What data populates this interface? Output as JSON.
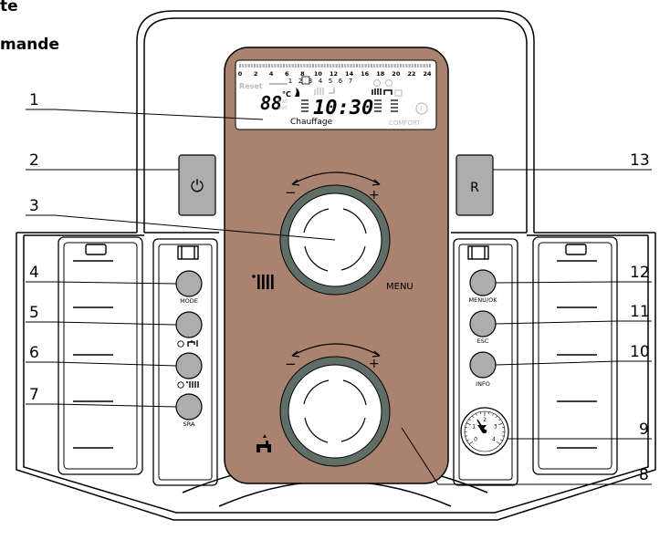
{
  "heading": {
    "line1": "te",
    "line2": "mande"
  },
  "display": {
    "hour_scale": [
      "0",
      "2",
      "4",
      "6",
      "8",
      "10",
      "12",
      "14",
      "16",
      "18",
      "20",
      "22",
      "24"
    ],
    "days": [
      "1",
      "2",
      "3",
      "4",
      "5",
      "6",
      "7"
    ],
    "active_day": "3",
    "reset_label": "Reset",
    "temperature": "88",
    "temp_unit": "°C",
    "side_small_1": "ext",
    "side_small_2": "ext",
    "time": "10:30",
    "mode_text": "Chauffage",
    "comfort_text": "COMFORT"
  },
  "knobs": {
    "minus": "−",
    "plus": "+",
    "menu_label": "MENU"
  },
  "buttons": {
    "power_symbol": "⏻",
    "reset_key": "R",
    "mode": "MODE",
    "sra": "SRA",
    "menu_ok": "MENU/OK",
    "esc": "ESC",
    "info": "INFO"
  },
  "gauge": {
    "scale": [
      "0",
      "1",
      "2",
      "3",
      "4"
    ],
    "pressure_bar": 1.5
  },
  "callouts": [
    "1",
    "2",
    "3",
    "4",
    "5",
    "6",
    "7",
    "8",
    "9",
    "10",
    "11",
    "12",
    "13"
  ],
  "colors": {
    "panel": "#a98270",
    "knob_ring": "#5f6e66",
    "button": "#adadad",
    "line": "#000000"
  }
}
